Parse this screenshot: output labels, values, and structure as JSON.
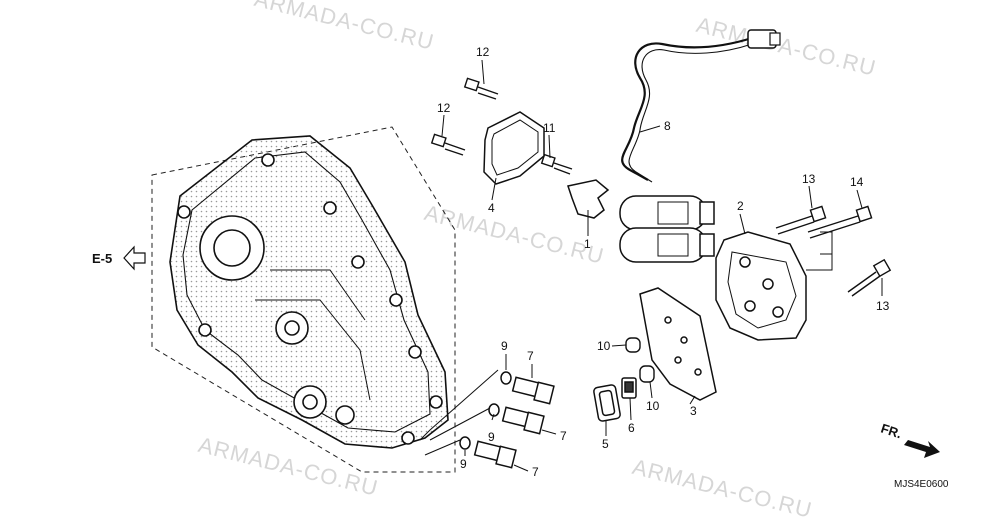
{
  "watermark": "ARMADA-CO.RU",
  "reference": {
    "label": "E-5"
  },
  "direction": {
    "label": "FR."
  },
  "diagram_code": "MJS4E0600",
  "callouts": {
    "c12a": "12",
    "c12b": "12",
    "c11": "11",
    "c4": "4",
    "c1": "1",
    "c8": "8",
    "c2": "2",
    "c13a": "13",
    "c14": "14",
    "c13b": "13",
    "c10a": "10",
    "c10b": "10",
    "c3": "3",
    "c5": "5",
    "c6": "6",
    "c9a": "9",
    "c9b": "9",
    "c9c": "9",
    "c7a": "7",
    "c7b": "7",
    "c7c": "7"
  }
}
